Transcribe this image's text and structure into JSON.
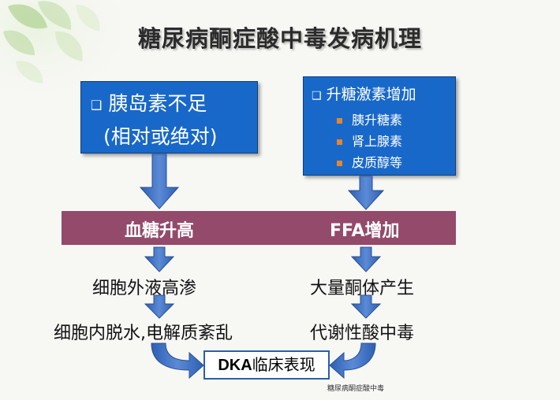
{
  "title": "糖尿病酮症酸中毒发病机理",
  "left_box": {
    "bullet": "❑",
    "line1": "胰岛素不足",
    "line2": "(相对或绝对)"
  },
  "right_box": {
    "bullet": "❑",
    "heading": "升糖激素增加",
    "items": [
      "胰升糖素",
      "肾上腺素",
      "皮质醇等"
    ]
  },
  "band": {
    "left_label": "血糖升高",
    "right_label": "FFA增加"
  },
  "left_flow": {
    "step1": "细胞外液高渗",
    "step2": "细胞内脱水,电解质紊乱"
  },
  "right_flow": {
    "step1": "大量酮体产生",
    "step2": "代谢性酸中毒"
  },
  "outcome": {
    "prefix": "DKA",
    "suffix": "临床表现"
  },
  "footer": "糖尿病酮症酸中毒",
  "colors": {
    "box_blue": "#1868c9",
    "band_mauve": "#944a6a",
    "arrow_blue": "#3b6fc4",
    "bullet_orange": "#e8842c",
    "leaf_green": "#9cc878"
  }
}
